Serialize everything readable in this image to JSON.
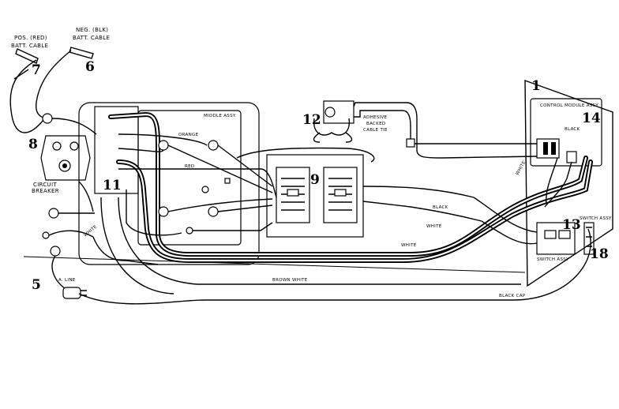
{
  "callouts": {
    "n1": "1",
    "n5": "5",
    "n6": "6",
    "n7": "7",
    "n8": "8",
    "n9": "9",
    "n11": "11",
    "n12": "12",
    "n13": "13",
    "n14": "14",
    "n18": "18"
  },
  "labels": {
    "pos_cable_line1": "POS. (RED)",
    "pos_cable_line2": "BATT. CABLE",
    "neg_cable_line1": "NEG. (BLK)",
    "neg_cable_line2": "BATT. CABLE",
    "circuit_breaker_line1": "CIRCUIT",
    "circuit_breaker_line2": "BREAKER",
    "adhesive_line1": "ADHESIVE",
    "adhesive_line2": "BACKED",
    "adhesive_line3": "CABLE TIE",
    "control_module": "CONTROL MODULE ASSY",
    "middle_assy": "MIDDLE ASSY",
    "black_top": "BLACK",
    "black_mid": "BLACK",
    "white_right": "WHITE",
    "white_left": "WHITE",
    "white_mid": "WHITE",
    "white_long": "WHITE",
    "brown_white": "BROWN WHITE",
    "black_cap": "BLACK CAP",
    "orange": "ORANGE",
    "red": "RED",
    "ac_line": "A. LINE",
    "switch_assy_left": "SWITCH ASSY",
    "switch_assy_right": "SWITCH ASSY"
  }
}
